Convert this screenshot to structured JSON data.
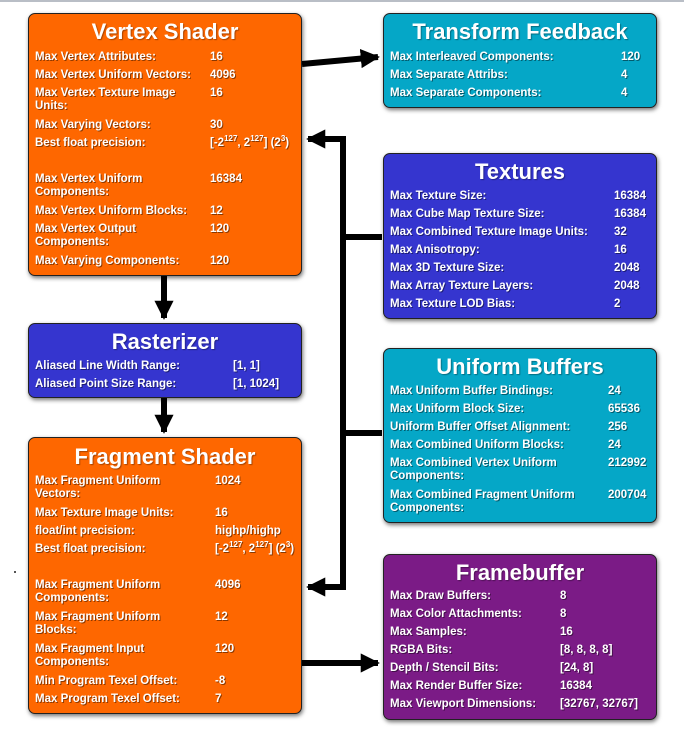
{
  "vertex_shader": {
    "title": "Vertex Shader",
    "rows": [
      {
        "label": "Max Vertex Attributes:",
        "value": "16"
      },
      {
        "label": "Max Vertex Uniform Vectors:",
        "value": "4096"
      },
      {
        "label": "Max Vertex Texture Image Units:",
        "value": "16"
      },
      {
        "label": "Max Varying Vectors:",
        "value": "30"
      },
      {
        "label": "Best float precision:",
        "value": "[-2127, 2127] (23)"
      },
      {
        "label": "Max Vertex Uniform Components:",
        "value": "16384"
      },
      {
        "label": "Max Vertex Uniform Blocks:",
        "value": "12"
      },
      {
        "label": "Max Vertex Output Components:",
        "value": "120"
      },
      {
        "label": "Max Varying Components:",
        "value": "120"
      }
    ]
  },
  "rasterizer": {
    "title": "Rasterizer",
    "rows": [
      {
        "label": "Aliased Line Width Range:",
        "value": "[1, 1]"
      },
      {
        "label": "Aliased Point Size Range:",
        "value": "[1, 1024]"
      }
    ]
  },
  "fragment_shader": {
    "title": "Fragment Shader",
    "rows": [
      {
        "label": "Max Fragment Uniform Vectors:",
        "value": "1024"
      },
      {
        "label": "Max Texture Image Units:",
        "value": "16"
      },
      {
        "label": "float/int precision:",
        "value": "highp/highp"
      },
      {
        "label": "Best float precision:",
        "value": "[-2127, 2127] (23)"
      },
      {
        "label": "Max Fragment Uniform Components:",
        "value": "4096"
      },
      {
        "label": "Max Fragment Uniform Blocks:",
        "value": "12"
      },
      {
        "label": "Max Fragment Input Components:",
        "value": "120"
      },
      {
        "label": "Min Program Texel Offset:",
        "value": "-8"
      },
      {
        "label": "Max Program Texel Offset:",
        "value": "7"
      }
    ]
  },
  "transform_feedback": {
    "title": "Transform Feedback",
    "rows": [
      {
        "label": "Max Interleaved Components:",
        "value": "120"
      },
      {
        "label": "Max Separate Attribs:",
        "value": "4"
      },
      {
        "label": "Max Separate Components:",
        "value": "4"
      }
    ]
  },
  "textures": {
    "title": "Textures",
    "rows": [
      {
        "label": "Max Texture Size:",
        "value": "16384"
      },
      {
        "label": "Max Cube Map Texture Size:",
        "value": "16384"
      },
      {
        "label": "Max Combined Texture Image Units:",
        "value": "32"
      },
      {
        "label": "Max Anisotropy:",
        "value": "16"
      },
      {
        "label": "Max 3D Texture Size:",
        "value": "2048"
      },
      {
        "label": "Max Array Texture Layers:",
        "value": "2048"
      },
      {
        "label": "Max Texture LOD Bias:",
        "value": "2"
      }
    ]
  },
  "uniform_buffers": {
    "title": "Uniform Buffers",
    "rows": [
      {
        "label": "Max Uniform Buffer Bindings:",
        "value": "24"
      },
      {
        "label": "Max Uniform Block Size:",
        "value": "65536"
      },
      {
        "label": "Uniform Buffer Offset Alignment:",
        "value": "256"
      },
      {
        "label": "Max Combined Uniform Blocks:",
        "value": "24"
      },
      {
        "label": "Max Combined Vertex Uniform Components:",
        "value": "212992"
      },
      {
        "label": "Max Combined Fragment Uniform Components:",
        "value": "200704"
      }
    ]
  },
  "framebuffer": {
    "title": "Framebuffer",
    "rows": [
      {
        "label": "Max Draw Buffers:",
        "value": "8"
      },
      {
        "label": "Max Color Attachments:",
        "value": "8"
      },
      {
        "label": "Max Samples:",
        "value": "16"
      },
      {
        "label": "RGBA Bits:",
        "value": "[8, 8, 8, 8]"
      },
      {
        "label": "Depth / Stencil Bits:",
        "value": "[24, 8]"
      },
      {
        "label": "Max Render Buffer Size:",
        "value": "16384"
      },
      {
        "label": "Max Viewport Dimensions:",
        "value": "[32767, 32767]"
      }
    ]
  },
  "colors": {
    "stage_orange": "#fe6700",
    "stage_teal": "#05a7c7",
    "stage_blue": "#3535cf",
    "stage_purple": "#7b1b86",
    "arrow": "#000000"
  }
}
